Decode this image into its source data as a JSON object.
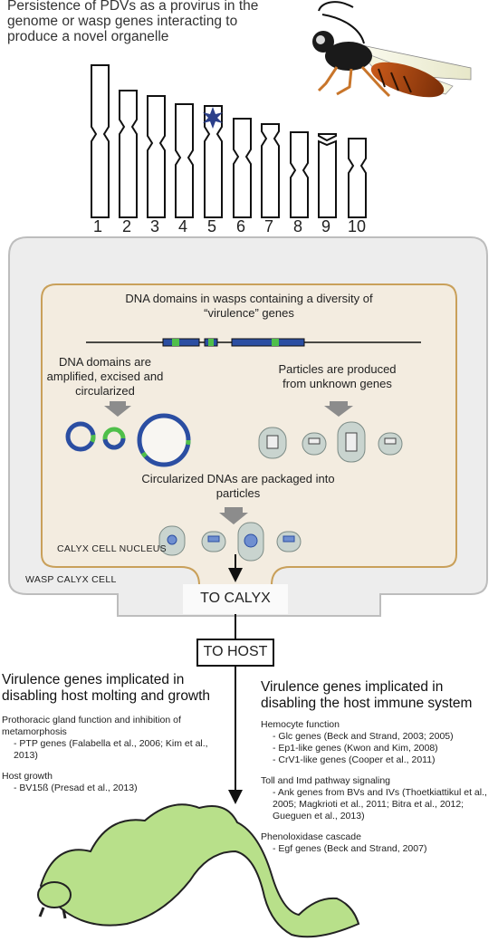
{
  "title": "Persistence of PDVs as a provirus in the genome or wasp genes interacting to produce a novel organelle",
  "chromosome_numbers": [
    "1",
    "2",
    "3",
    "4",
    "5",
    "6",
    "7",
    "8",
    "9",
    "10"
  ],
  "colors": {
    "calyx_fill": "#f3ece0",
    "blue": "#2b4ea2",
    "green": "#4fbf4a",
    "particle": "#c9d4cf",
    "caterpillar": "#b8e08a"
  },
  "nucleus": {
    "domains_text": "DNA domains in wasps containing a diversity of “virulence” genes",
    "amplified_text": "DNA domains are amplified, excised and circularized",
    "particles_text": "Particles are produced from unknown genes",
    "packaged_text": "Circularized DNAs are packaged into particles",
    "label": "CALYX CELL NUCLEUS"
  },
  "cell_label": "WASP CALYX CELL",
  "to_calyx": "TO CALYX",
  "to_host": "TO HOST",
  "left": {
    "heading": "Virulence genes implicated in disabling host molting and growth",
    "sections": [
      {
        "title": "Prothoracic gland function and inhibition of metamorphosis",
        "items": [
          "- PTP genes (Falabella et al., 2006; Kim et al., 2013)"
        ]
      },
      {
        "title": "Host growth",
        "items": [
          "- BV15ß (Presad et al., 2013)"
        ]
      }
    ]
  },
  "right": {
    "heading": "Virulence genes implicated in disabling the host immune system",
    "sections": [
      {
        "title": "Hemocyte function",
        "items": [
          "- Glc genes (Beck and Strand, 2003; 2005)",
          "- Ep1-like genes (Kwon and Kim, 2008)",
          "- CrV1-like genes (Cooper et al., 2011)"
        ]
      },
      {
        "title": "Toll and Imd pathway signaling",
        "items": [
          "- Ank genes from BVs and IVs (Thoetkiattikul et al., 2005; Magkrioti et al., 2011; Bitra et al., 2012; Gueguen et al., 2013)"
        ]
      },
      {
        "title": "Phenoloxidase cascade",
        "items": [
          "- Egf genes (Beck and Strand, 2007)"
        ]
      }
    ]
  }
}
